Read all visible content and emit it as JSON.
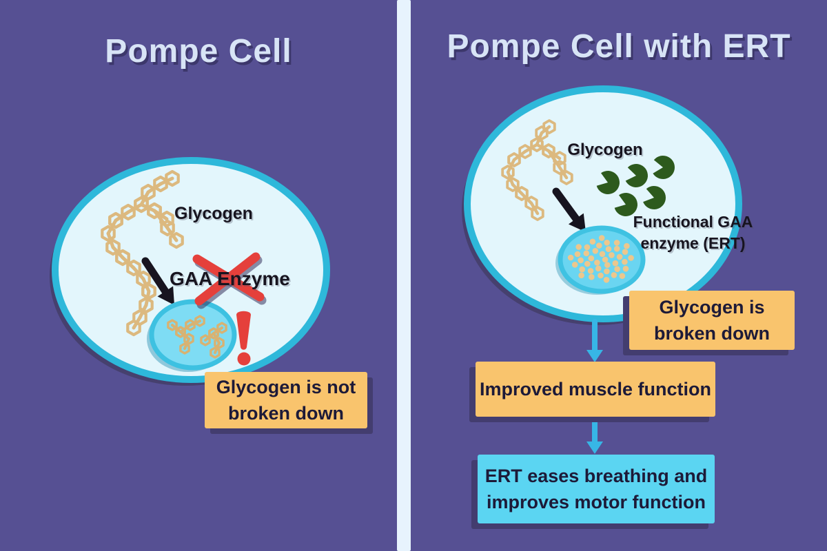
{
  "left_panel": {
    "title": "Pompe Cell",
    "glycogen_label": "Glycogen",
    "enzyme_label": "GAA Enzyme",
    "warning_box": {
      "line1": "Glycogen is not",
      "line2": "broken down"
    }
  },
  "right_panel": {
    "title": "Pompe Cell with ERT",
    "glycogen_label": "Glycogen",
    "ert_enzyme_label_line1": "Functional GAA",
    "ert_enzyme_label_line2": "enzyme (ERT)",
    "flow": {
      "step1_line1": "Glycogen is",
      "step1_line2": "broken down",
      "step2": "Improved muscle function",
      "step3_line1": "ERT eases breathing and",
      "step3_line2": "improves motor function"
    }
  },
  "colors": {
    "background_purple": "#565093",
    "divider_light": "#e7f3fd",
    "title_text": "#d8e4f6",
    "title_shadow": "#3c376b",
    "cell_fill": "#e3f6fc",
    "cell_border_teal": "#2eb8da",
    "lysosome_fill": "#7edcf4",
    "lysosome_border": "#3dc1e1",
    "glycogen_tan": "#dcb97f",
    "glycogen_dot_tan": "#ecc78d",
    "enzyme_green": "#2d5a1d",
    "alert_red": "#e5403b",
    "callout_orange": "#f9c46d",
    "callout_blue": "#5bd5f2",
    "callout_shadow": "#433d6f",
    "callout_text": "#1d1a38",
    "flow_arrow_cyan": "#37b6e6",
    "black_arrow": "#17141f"
  }
}
